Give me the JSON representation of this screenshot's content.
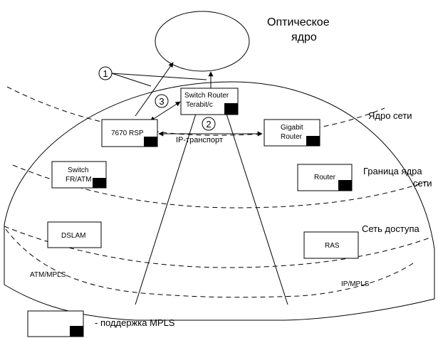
{
  "optical_core": {
    "label_line1": "Оптическое",
    "label_line2": "ядро"
  },
  "zones": {
    "core": "Ядро сети",
    "edge_line1": "Граница ядра",
    "edge_line2": "сети",
    "access": "Сеть доступа"
  },
  "devices": {
    "switch_router": {
      "line1": "Switch Router",
      "line2": "Terabit/с"
    },
    "rsp": {
      "label": "7670 RSP"
    },
    "gigabit_router": {
      "line1": "Gigabit",
      "line2": "Router"
    },
    "switch_fr_atm": {
      "line1": "Switch",
      "line2": "FR/ATM"
    },
    "router": {
      "label": "Router"
    },
    "dslam": {
      "label": "DSLAM"
    },
    "ras": {
      "label": "RAS"
    }
  },
  "callouts": {
    "one": "1",
    "two": "2",
    "three": "3"
  },
  "transport_label": "IP-транспорт",
  "segment_labels": {
    "atm": "ATM/MPLS",
    "ip": "IP/MPLS"
  },
  "legend": {
    "text": "- поддержка MPLS"
  },
  "colors": {
    "stroke": "#000000",
    "mpls_marker": "#000000",
    "background": "#ffffff"
  }
}
